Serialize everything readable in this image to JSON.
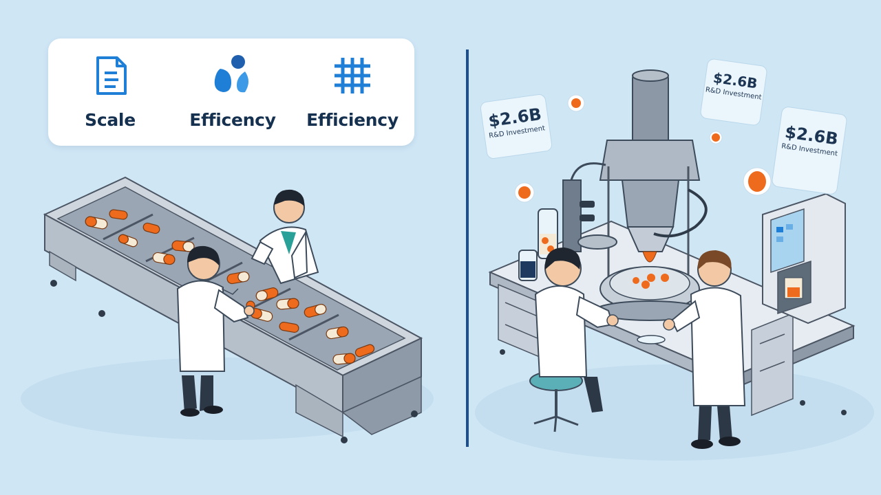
{
  "features": [
    {
      "label": "Scale",
      "icon": "document-icon"
    },
    {
      "label": "Efficency",
      "icon": "droplets-icon"
    },
    {
      "label": "Efficiency",
      "icon": "grid-icon"
    }
  ],
  "tags": [
    {
      "amount": "$2.6B",
      "caption": "R&D Investment"
    },
    {
      "amount": "$2.6B",
      "caption": "R&D Investment"
    },
    {
      "amount": "$2.6B",
      "caption": "R&D Investment"
    }
  ],
  "colors": {
    "background": "#cfe6f5",
    "accent_blue": "#1f7fd6",
    "divider": "#1d4f8f",
    "capsule_orange": "#ee6a1c",
    "text_dark": "#15314f"
  }
}
